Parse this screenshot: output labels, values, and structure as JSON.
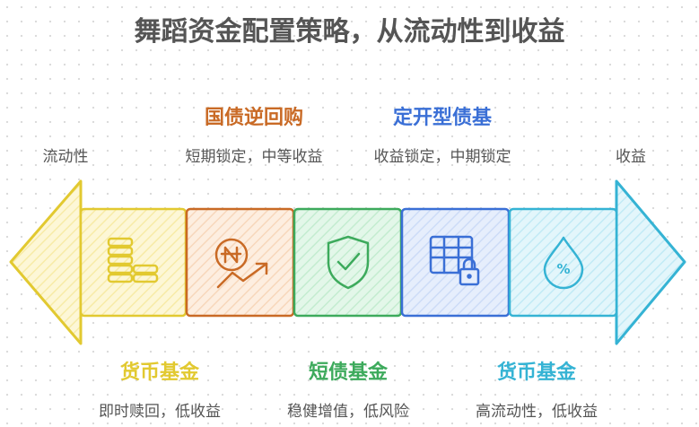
{
  "title": "舞蹈资金配置策略，从流动性到收益",
  "axis": {
    "left_label": "流动性",
    "right_label": "收益"
  },
  "colors": {
    "yellow": "#e2c930",
    "orange": "#c96a25",
    "green": "#3daa5c",
    "blue": "#3a6fd6",
    "cyan": "#35b3d4",
    "text": "#555555"
  },
  "segments": [
    {
      "id": "money-fund-1",
      "label": "货币基金",
      "desc": "即时赎回，低收益",
      "icon": "coin-stack-icon",
      "color": "yellow"
    },
    {
      "id": "reverse-repo",
      "label": "国债逆回购",
      "desc": "短期锁定，中等收益",
      "icon": "coin-growth-icon",
      "color": "orange"
    },
    {
      "id": "short-bond",
      "label": "短债基金",
      "desc": "稳健增值，低风险",
      "icon": "shield-check-icon",
      "color": "green"
    },
    {
      "id": "fixed-bond",
      "label": "定开型债基",
      "desc": "收益锁定，中期锁定",
      "icon": "locked-table-icon",
      "color": "blue"
    },
    {
      "id": "money-fund-2",
      "label": "货币基金",
      "desc": "高流动性，低收益",
      "icon": "percent-drop-icon",
      "color": "cyan"
    }
  ]
}
